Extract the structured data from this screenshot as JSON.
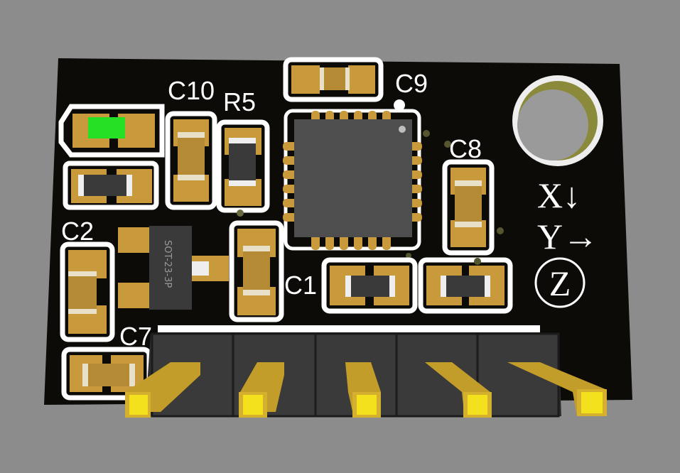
{
  "board": {
    "colors": {
      "background": "#8c8c8c",
      "pcb": "#0c0b08",
      "silkscreen": "#ffffff",
      "pad": "#c99a3c",
      "component_body": "#3a3a3a",
      "led": "#25e025",
      "pin_tip": "#f2e11c"
    },
    "labels": {
      "c10": "C10",
      "r5": "R5",
      "c9": "C9",
      "c8": "C8",
      "c2": "C2",
      "c1": "C1",
      "c7": "C7"
    },
    "axes": {
      "x": "X↓",
      "y": "Y→",
      "z": "Z"
    },
    "transistor_marking": "SOT-23-3P",
    "header_pin_count": 5
  }
}
